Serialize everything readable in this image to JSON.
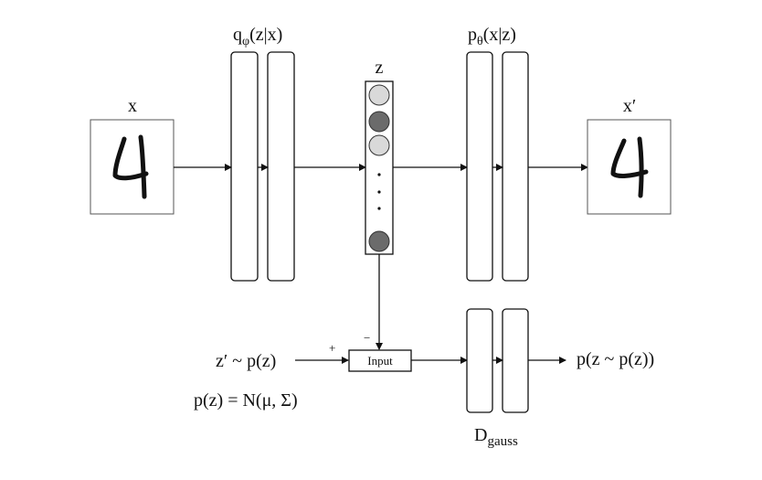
{
  "labels": {
    "x": "x",
    "x_prime": "x′",
    "encoder": "q",
    "encoder_sub": "φ",
    "encoder_args": "(z|x)",
    "z": "z",
    "decoder": "p",
    "decoder_sub": "θ",
    "decoder_args": "(x|z)",
    "prior_sample": "z′ ~ p(z)",
    "prior_def": "p(z) = N(μ, Σ)",
    "input_box": "Input",
    "plus": "+",
    "minus": "−",
    "output": "p(z ~ p(z))",
    "disc": "D",
    "disc_sub": "gauss",
    "dots": "·"
  },
  "colors": {
    "line": "#111111",
    "node_light": "#d9d9d9",
    "node_dark": "#6b6b6b",
    "box_fill": "#ffffff"
  },
  "latent_nodes": [
    "light",
    "dark",
    "light",
    "dark"
  ],
  "icons": {
    "input_digit": "handwritten-digit-4",
    "output_digit": "handwritten-digit-4"
  }
}
